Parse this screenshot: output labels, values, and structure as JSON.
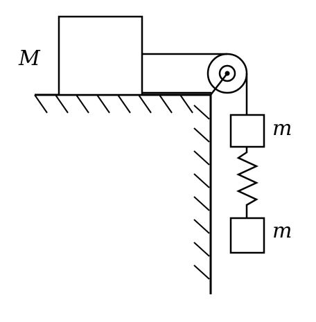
{
  "labels": {
    "large_mass": "M",
    "upper_hanging_mass": "m",
    "lower_hanging_mass": "m"
  },
  "colors": {
    "ink": "#000000",
    "background": "#ffffff"
  }
}
